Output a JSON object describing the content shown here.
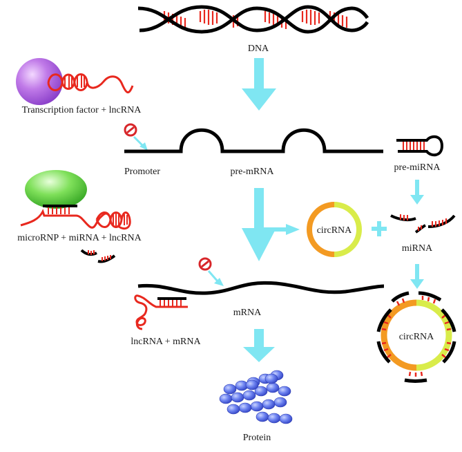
{
  "labels": {
    "dna": "DNA",
    "tf_lnc": "Transcription factor + lncRNA",
    "promoter": "Promoter",
    "pre_mrna": "pre-mRNA",
    "pre_mirna": "pre-miRNA",
    "micro_rnp": "microRNP + miRNA + lncRNA",
    "circrna_center": "circRNA",
    "mirna": "miRNA",
    "circrna_bound": "circRNA",
    "mrna": "mRNA",
    "lnc_mrna": "lncRNA + mRNA",
    "protein": "Protein"
  },
  "colors": {
    "strand": "#000000",
    "rna": "#e8281e",
    "arrow": "#7fe6f2",
    "inhibit": "#d8262a",
    "circ_orange": "#f39a22",
    "circ_yellow": "#d9ec4a",
    "tf_purple": "#b86be6",
    "rnp_green": "#4ecf3a",
    "protein_blue": "#5a72e8"
  },
  "icons": [
    "inhibit-icon",
    "flow-arrow-icon"
  ]
}
